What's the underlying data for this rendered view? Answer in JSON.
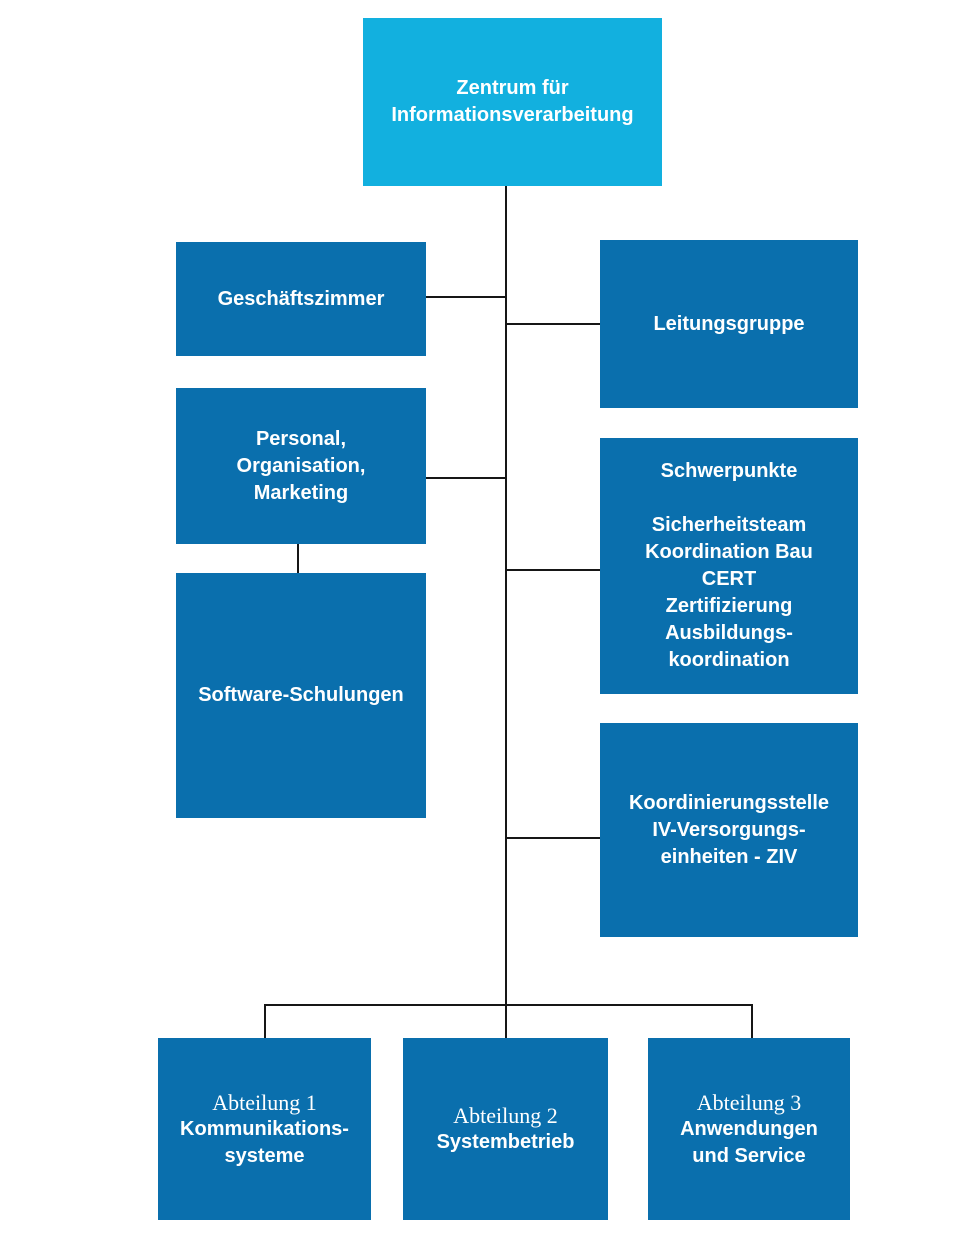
{
  "colors": {
    "accent-light": "#12b0df",
    "accent-dark": "#0a6fad",
    "line": "#161616",
    "box-text": "#ffffff",
    "background": "#ffffff"
  },
  "nodes": {
    "zentrum": {
      "lines": [
        "Zentrum für",
        "Informationsverarbeitung"
      ]
    },
    "geschaeftszimmer": {
      "lines": [
        "Geschäftszimmer"
      ]
    },
    "personal": {
      "lines": [
        "Personal,",
        "Organisation,",
        "Marketing"
      ]
    },
    "software": {
      "lines": [
        "Software-Schulungen"
      ]
    },
    "leitungsgruppe": {
      "lines": [
        "Leitungsgruppe"
      ]
    },
    "schwerpunkte": {
      "title": "Schwerpunkte",
      "items": [
        "Sicherheitsteam",
        "Koordination Bau",
        "CERT",
        "Zertifizierung",
        "Ausbildungs-",
        "koordination"
      ]
    },
    "koordinierungsstelle": {
      "lines": [
        "Koordinierungsstelle",
        "IV-Versorgungs-",
        "einheiten - ZIV"
      ]
    },
    "abteilung1": {
      "dept": "Abteilung 1",
      "lines": [
        "Kommunikations-",
        "systeme"
      ]
    },
    "abteilung2": {
      "dept": "Abteilung 2",
      "lines": [
        "Systembetrieb"
      ]
    },
    "abteilung3": {
      "dept": "Abteilung 3",
      "lines": [
        "Anwendungen",
        "und Service"
      ]
    }
  }
}
